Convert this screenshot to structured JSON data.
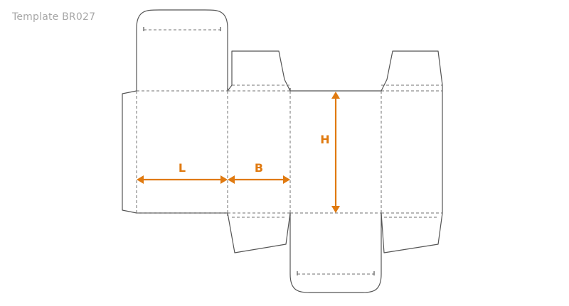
{
  "template": {
    "title": "Template BR027"
  },
  "colors": {
    "dimension": "#e07a10",
    "cut_line": "#555555",
    "fold_line": "#707070",
    "label": "#a7a7a7"
  },
  "dimensions": {
    "length_label": "L",
    "breadth_label": "B",
    "height_label": "H"
  }
}
